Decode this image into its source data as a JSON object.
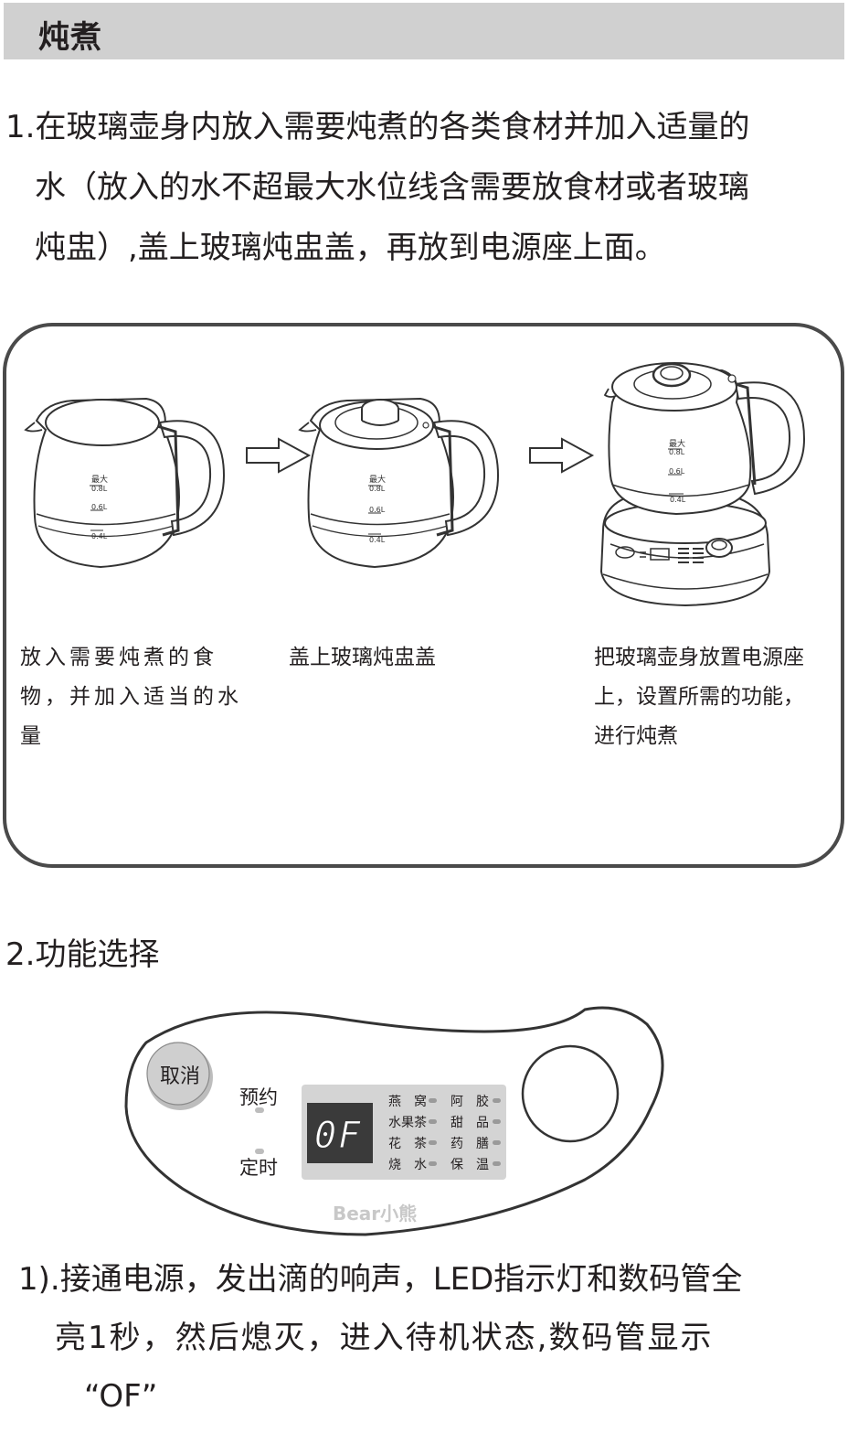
{
  "header": {
    "title": "炖煮"
  },
  "step1": {
    "lines": [
      "1.在玻璃壶身内放入需要炖煮的各类食材并加入适量的",
      "水（放入的水不超最大水位线含需要放食材或者玻璃",
      "炖盅）,盖上玻璃炖盅盖，再放到电源座上面。"
    ]
  },
  "figure1": {
    "kettle_marks": {
      "max": "最大",
      "max_vol": "0.8L",
      "mid": "0.6L",
      "low": "0.4L"
    },
    "captions": [
      {
        "text": "放入需要炖煮的食物，并加入适当的水量"
      },
      {
        "text": "盖上玻璃炖盅盖"
      },
      {
        "text": "把玻璃壶身放置电源座上，设置所需的功能，进行炖煮"
      }
    ]
  },
  "step2": {
    "title": "2.功能选择"
  },
  "control_panel": {
    "cancel_button": "取消",
    "reserve_label": "预约",
    "timer_label": "定时",
    "display_value": "0F",
    "functions_left": [
      "燕　窝",
      "水果茶",
      "花　茶",
      "烧　水"
    ],
    "functions_right": [
      "阿　胶",
      "甜　品",
      "药　膳",
      "保　温"
    ],
    "brand": "Bear小熊"
  },
  "step2_text": {
    "lines": [
      "1).接通电源，发出滴的响声，LED指示灯和数码管全",
      "亮1秒，然后熄灭，进入待机状态,数码管显示",
      "“OF”"
    ]
  }
}
